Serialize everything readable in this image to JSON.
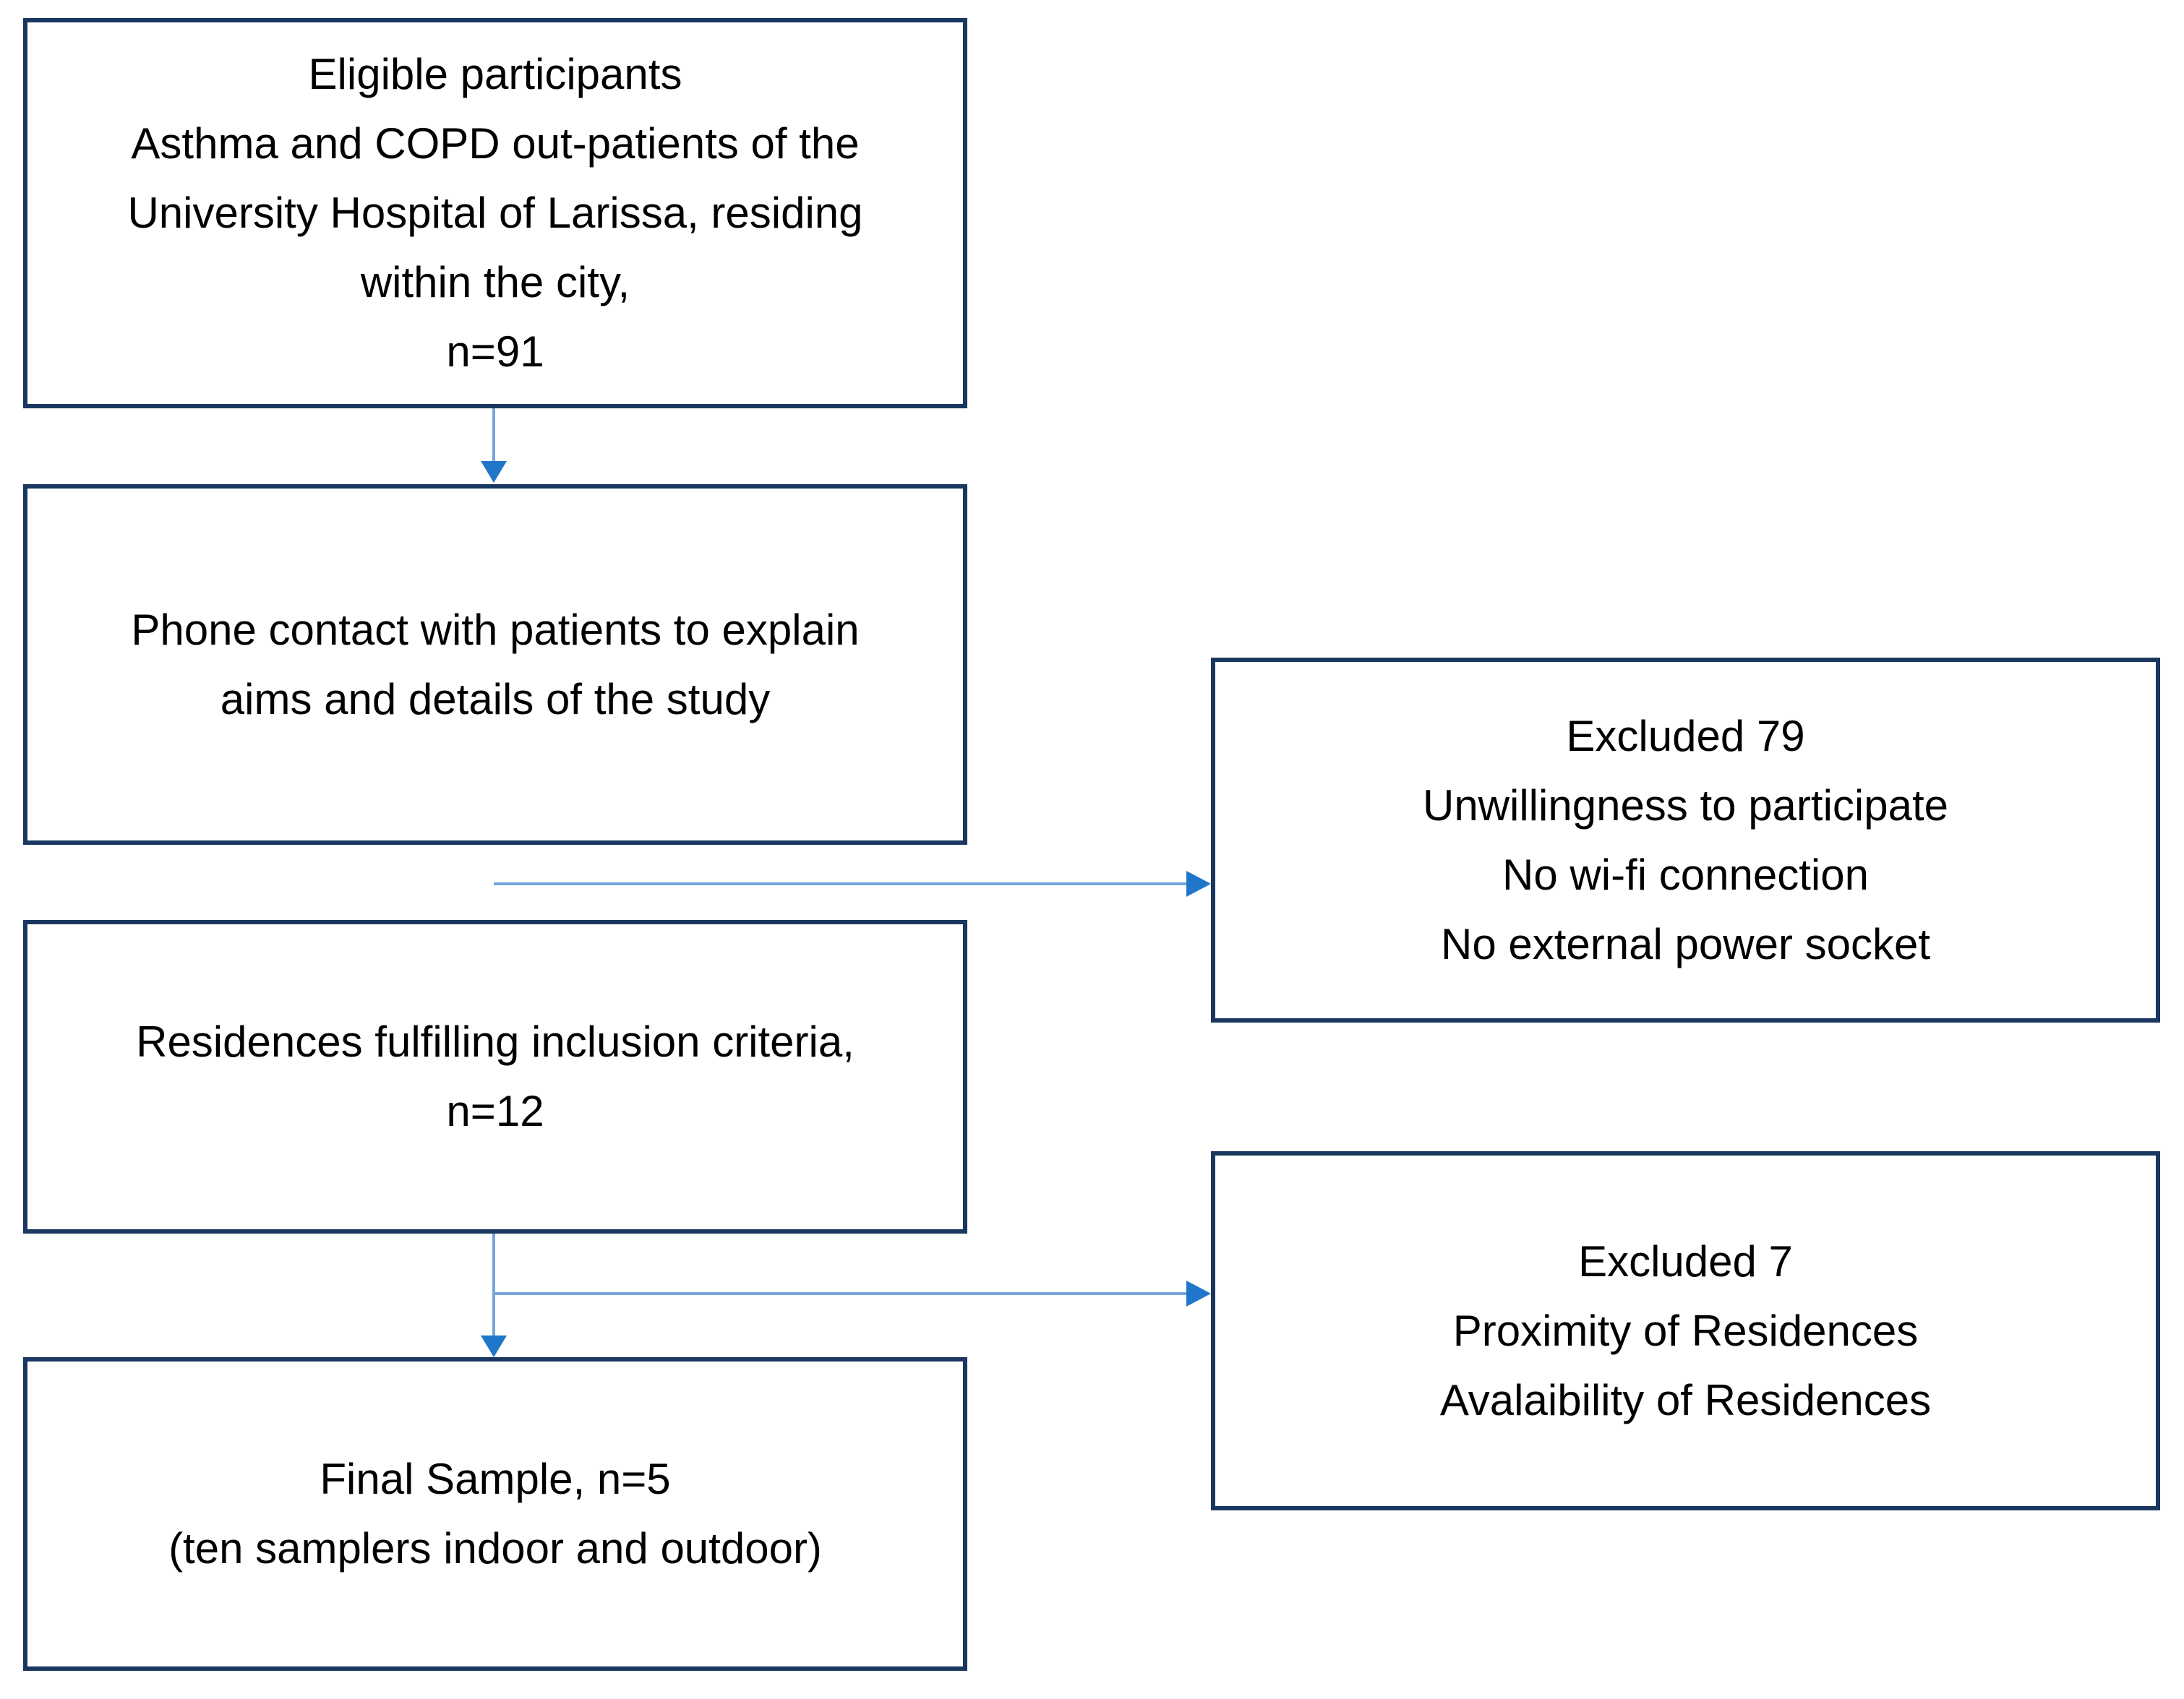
{
  "flowchart": {
    "colors": {
      "box_border": "#1a3760",
      "box_fill": "#ffffff",
      "connector_stem": "#77a4da",
      "connector_head": "#2077c9",
      "text": "#000000",
      "background": "#ffffff"
    },
    "boxes": {
      "eligible": {
        "lines": [
          "Eligible participants",
          "Asthma and COPD out-patients of the",
          "University Hospital of Larissa, residing",
          "within the city,",
          "n=91"
        ]
      },
      "phone_contact": {
        "lines": [
          "Phone contact with patients to explain",
          "aims and details of the study"
        ]
      },
      "residences": {
        "lines": [
          "Residences fulfilling inclusion criteria,",
          "n=12"
        ]
      },
      "final_sample": {
        "lines": [
          "Final Sample, n=5",
          "(ten samplers indoor and outdoor)"
        ]
      },
      "excluded_79": {
        "lines": [
          "Excluded 79",
          "Unwillingness to participate",
          "No wi-fi connection",
          "No external power socket"
        ]
      },
      "excluded_7": {
        "lines": [
          "Excluded 7",
          "Proximity of Residences",
          "Avalaibility of Residences"
        ]
      }
    }
  }
}
